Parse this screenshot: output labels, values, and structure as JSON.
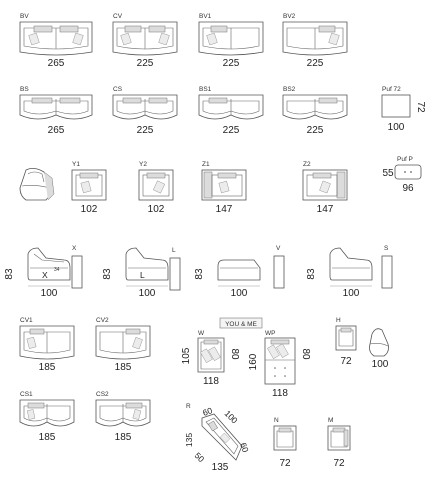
{
  "sofas_top": [
    {
      "code": "BV",
      "width": "265"
    },
    {
      "code": "CV",
      "width": "225"
    },
    {
      "code": "BV1",
      "width": "225"
    },
    {
      "code": "BV2",
      "width": "225"
    }
  ],
  "sofas_mid": [
    {
      "code": "BS",
      "width": "265"
    },
    {
      "code": "CS",
      "width": "225"
    },
    {
      "code": "BS1",
      "width": "225"
    },
    {
      "code": "BS2",
      "width": "225"
    }
  ],
  "puf72": {
    "code": "Puf 72",
    "width": "100",
    "depth": "72"
  },
  "pufp": {
    "code": "Puf P",
    "width": "96",
    "depth": "55"
  },
  "row3": [
    {
      "code": "Y1",
      "width": "102"
    },
    {
      "code": "Y2",
      "width": "102"
    },
    {
      "code": "Z1",
      "width": "147"
    },
    {
      "code": "Z2",
      "width": "147"
    }
  ],
  "row4": [
    {
      "code": "X",
      "width": "100",
      "height": "83",
      "inner": "X",
      "sub": "34"
    },
    {
      "code": "L",
      "width": "100",
      "height": "83",
      "inner": "L"
    },
    {
      "code": "V",
      "width": "100",
      "height": "83"
    },
    {
      "code": "S",
      "width": "100",
      "height": "83"
    }
  ],
  "row5": [
    {
      "code": "CV1",
      "width": "185"
    },
    {
      "code": "CV2",
      "width": "185"
    },
    {
      "code": "CS1",
      "width": "185"
    },
    {
      "code": "CS2",
      "width": "185"
    }
  ],
  "youme": {
    "title": "YOU & ME",
    "w": {
      "code": "W",
      "left": "105",
      "right": "80",
      "bottom": "118"
    },
    "wp": {
      "code": "WP",
      "left": "160",
      "right": "80",
      "bottom": "118"
    }
  },
  "h": {
    "code": "H",
    "width": "72",
    "side": "100"
  },
  "r": {
    "code": "R",
    "top": "60",
    "diag": "100",
    "left": "135",
    "corner": "50",
    "right": "60",
    "bottom": "135"
  },
  "n": {
    "code": "N",
    "width": "72"
  },
  "m": {
    "code": "M",
    "width": "72"
  }
}
